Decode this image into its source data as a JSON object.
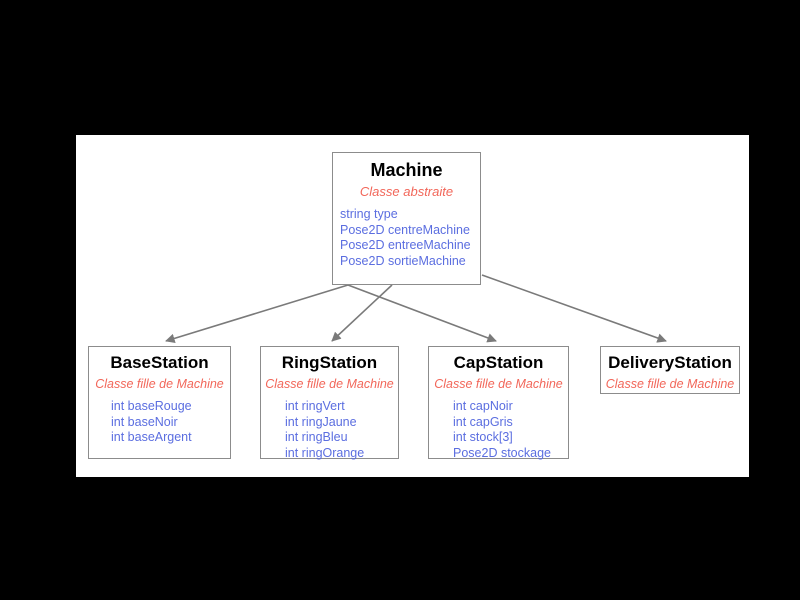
{
  "diagram": {
    "kind": "uml-class-diagram",
    "canvas_background": "#ffffff",
    "page_background": "#000000",
    "colors": {
      "title_text": "#000000",
      "subtitle_text": "#f2675a",
      "attribute_text": "#5b6ee0",
      "box_border": "#8c8c8c",
      "edge_line": "#7a7a7a"
    },
    "classes": [
      {
        "id": "machine",
        "name": "Machine",
        "stereotype": "Classe abstraite",
        "attributes": [
          "string type",
          "Pose2D centreMachine",
          "Pose2D entreeMachine",
          "Pose2D sortieMachine"
        ]
      },
      {
        "id": "basestation",
        "name": "BaseStation",
        "stereotype": "Classe fille de Machine",
        "attributes": [
          "int baseRouge",
          "int baseNoir",
          "int baseArgent"
        ]
      },
      {
        "id": "ringstation",
        "name": "RingStation",
        "stereotype": "Classe fille de Machine",
        "attributes": [
          "int ringVert",
          "int ringJaune",
          "int ringBleu",
          "int ringOrange"
        ]
      },
      {
        "id": "capstation",
        "name": "CapStation",
        "stereotype": "Classe fille de Machine",
        "attributes": [
          "int capNoir",
          "int capGris",
          "int stock[3]",
          "Pose2D stockage"
        ]
      },
      {
        "id": "deliverystation",
        "name": "DeliveryStation",
        "stereotype": "Classe fille de Machine",
        "attributes": []
      }
    ],
    "relations": [
      {
        "from": "machine",
        "to": "basestation",
        "type": "inheritance-arrow"
      },
      {
        "from": "machine",
        "to": "ringstation",
        "type": "inheritance-arrow"
      },
      {
        "from": "machine",
        "to": "capstation",
        "type": "inheritance-arrow"
      },
      {
        "from": "machine",
        "to": "deliverystation",
        "type": "inheritance-arrow"
      }
    ]
  }
}
